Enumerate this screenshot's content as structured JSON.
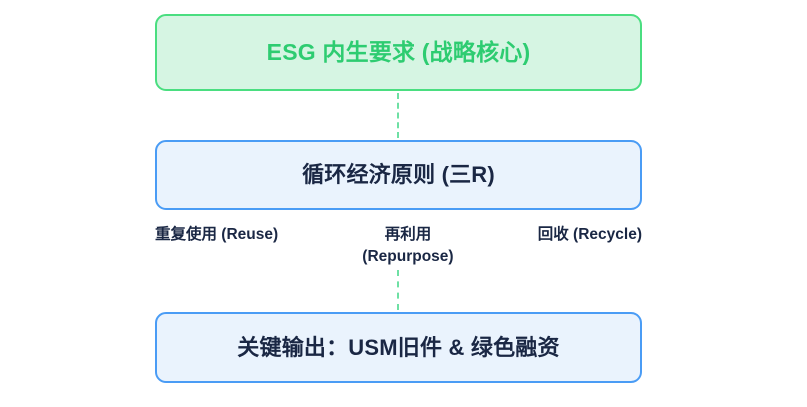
{
  "diagram": {
    "type": "flowchart-vertical",
    "background_color": "#ffffff",
    "nodes": [
      {
        "id": "root",
        "label": "ESG 内生要求 (战略核心)",
        "fill_color": "#d6f5e3",
        "border_color": "#4ade80",
        "text_color": "#2ecc71"
      },
      {
        "id": "principle",
        "label": "循环经济原则 (三R)",
        "fill_color": "#eaf3fd",
        "border_color": "#4a9cf5",
        "text_color": "#1a2744"
      },
      {
        "id": "output",
        "label": "关键输出：USM旧件 & 绿色融资",
        "fill_color": "#eaf3fd",
        "border_color": "#4a9cf5",
        "text_color": "#1a2744"
      }
    ],
    "connectors": [
      {
        "id": "root-to-principle",
        "style": "dashed",
        "color": "#6ee0a4"
      },
      {
        "id": "principle-to-output",
        "style": "dashed",
        "color": "#6ee0a4"
      }
    ],
    "three_r_labels": [
      {
        "id": "reuse",
        "label": "重复使用 (Reuse)"
      },
      {
        "id": "repurpose",
        "label": "再利用\n(Repurpose)"
      },
      {
        "id": "recycle",
        "label": "回收 (Recycle)"
      }
    ]
  }
}
